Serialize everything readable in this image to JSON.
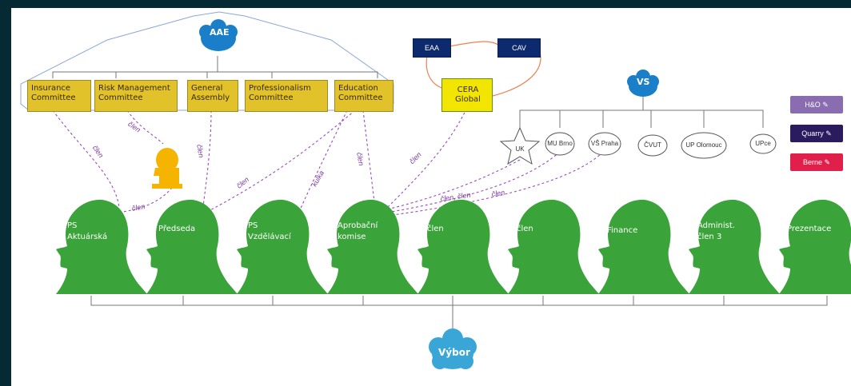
{
  "top_hub": "AAE",
  "vs_hub": "VS",
  "bottom_hub": "Výbor",
  "committees": [
    "Insurance Committee",
    "Risk Management Committee",
    "General Assembly",
    "Professionalism Committee",
    "Education Committee"
  ],
  "cera_boxes": {
    "left": "EAA",
    "right": "CAV",
    "center": "CERA Global"
  },
  "organizations": [
    "MU Brno",
    "VŠ Praha",
    "ČVUT",
    "UP Olomouc",
    "UPce"
  ],
  "star_label": "UK",
  "side_tags": [
    {
      "label": "H&O ✎",
      "color": "#8a6db0"
    },
    {
      "label": "Quarry ✎",
      "color": "#2a1a5e"
    },
    {
      "label": "Berne ✎",
      "color": "#e0204a"
    }
  ],
  "heads": [
    "PS Aktuárská",
    "Předseda",
    "PS Vzdělávací",
    "Aprobační komise",
    "člen",
    "člen",
    "Finance",
    "Administ. člen 3",
    "Prezentace"
  ],
  "edge_labels": [
    "člen",
    "člen",
    "člen",
    "člen",
    "člen",
    "kulka",
    "člen",
    "člen",
    "člen, člen",
    "člen"
  ],
  "colors": {
    "head": "#3aa33a",
    "hub": "#1a7fc8",
    "hub_light": "#3aa6d8",
    "box": "#e2c22b",
    "dark": "#0e2a6e",
    "dash": "#9a4abf"
  }
}
